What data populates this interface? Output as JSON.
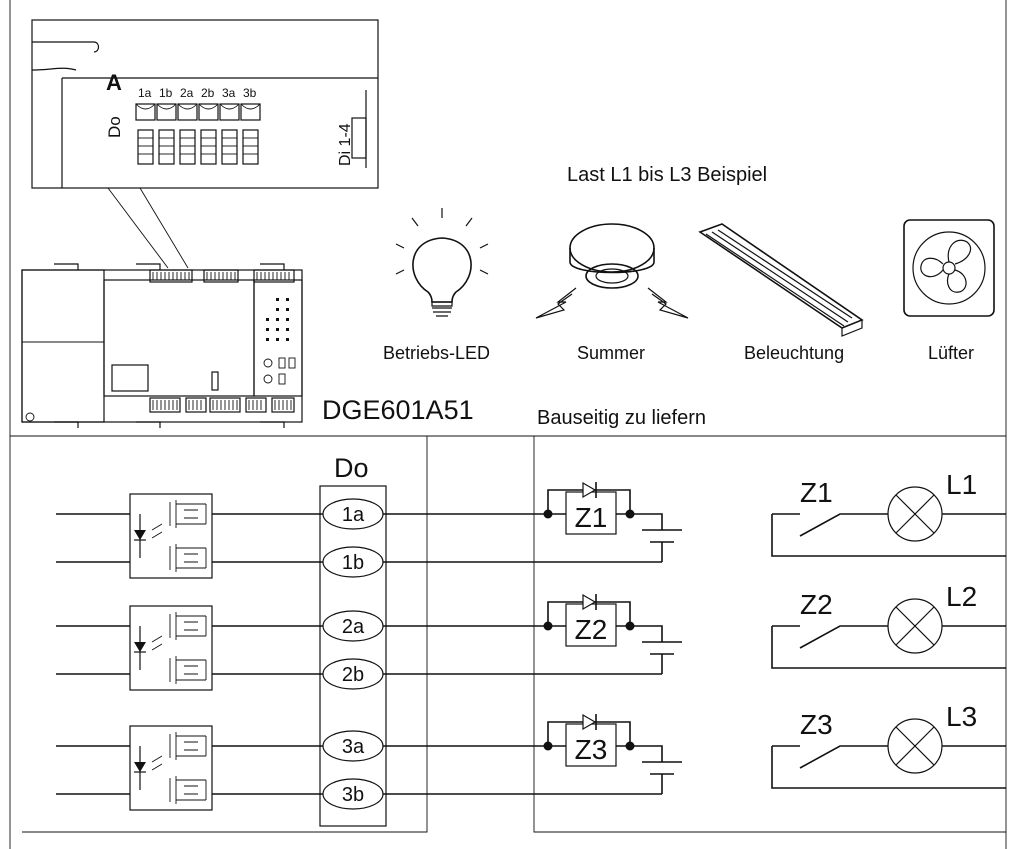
{
  "title": "Last L1 bis L3 Beispiel",
  "callout_label": "A",
  "callout_terminals": [
    "1a",
    "1b",
    "2a",
    "2b",
    "3a",
    "3b"
  ],
  "callout_side_labels": {
    "do": "Do",
    "di": "Di 1-4"
  },
  "load_examples": [
    "Betriebs-LED",
    "Summer",
    "Beleuchtung",
    "Lüfter"
  ],
  "device_model": "DGE601A51",
  "field_supplied": "Bauseitig zu liefern",
  "do_header": "Do",
  "do_terminals": [
    "1a",
    "1b",
    "2a",
    "2b",
    "3a",
    "3b"
  ],
  "relays": [
    "Z1",
    "Z2",
    "Z3"
  ],
  "loads": [
    "L1",
    "L2",
    "L3"
  ]
}
